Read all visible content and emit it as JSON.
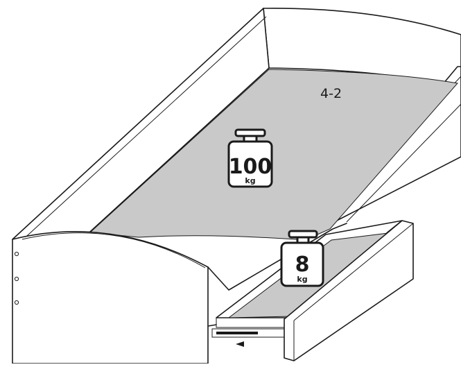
{
  "step": "4-2",
  "bed_load": {
    "value": "100",
    "unit": "kg"
  },
  "drawer_load": {
    "value": "8",
    "unit": "kg"
  }
}
